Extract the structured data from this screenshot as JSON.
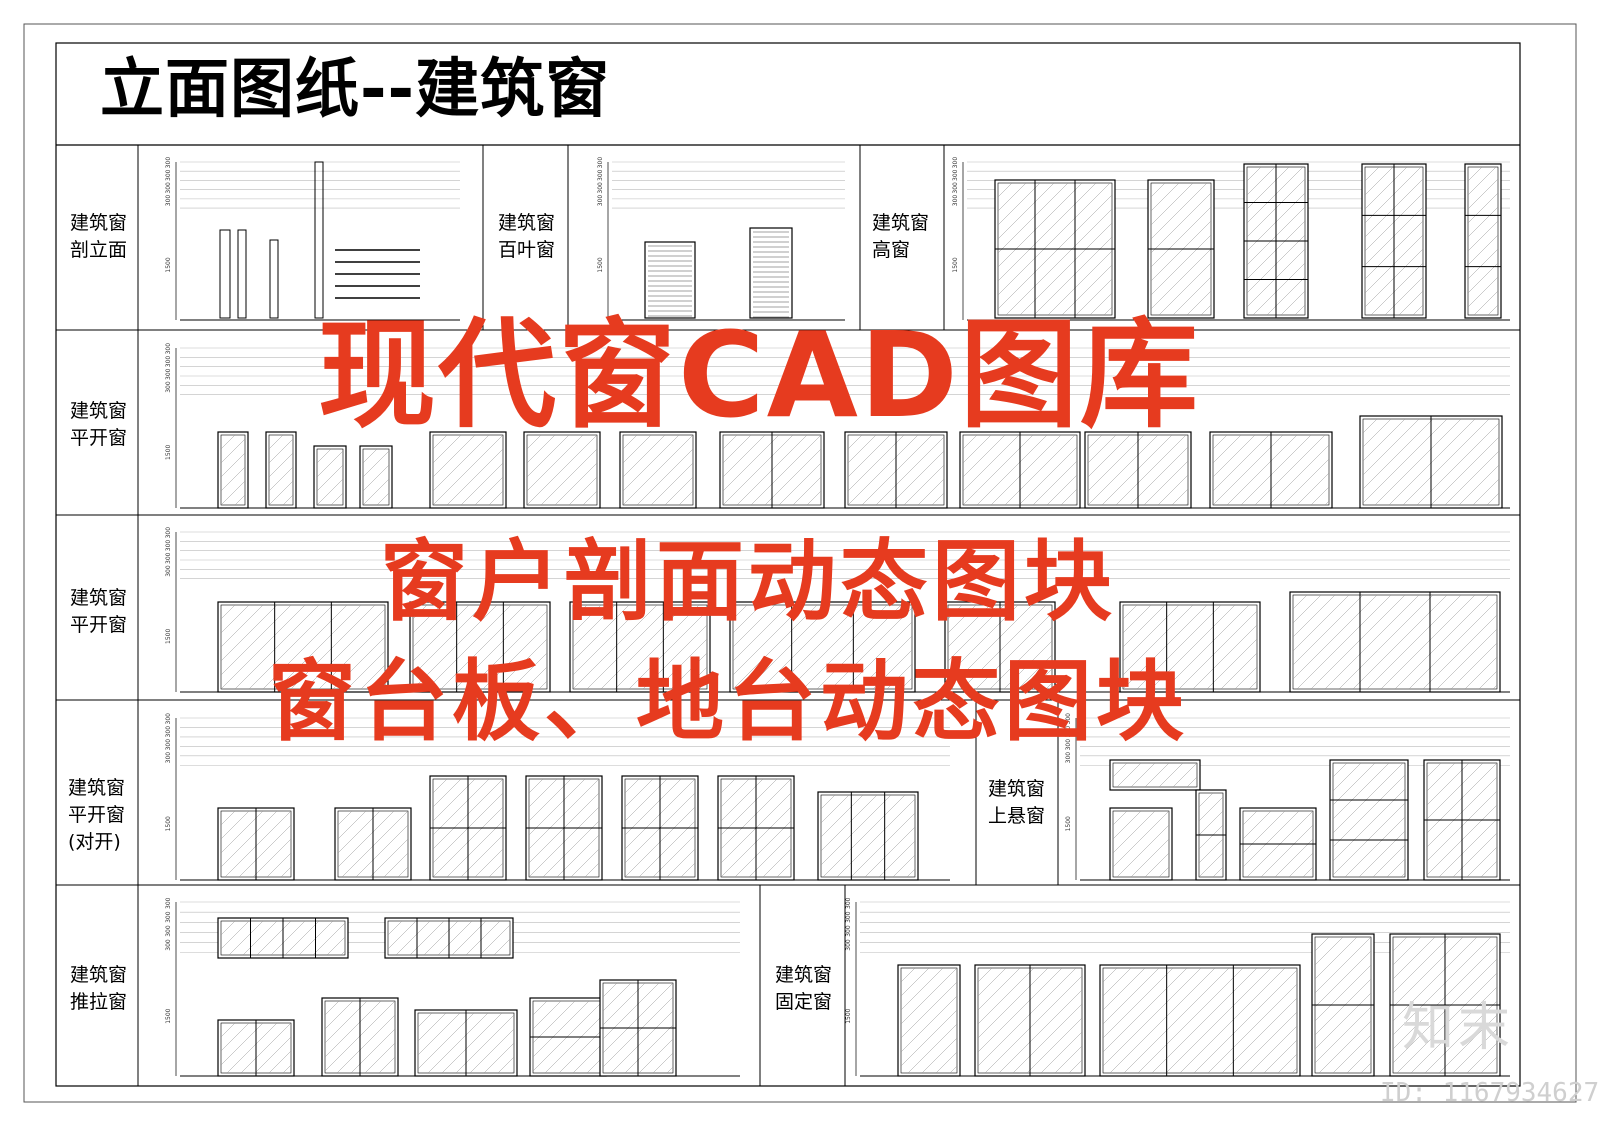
{
  "sheet": {
    "title": "立面图纸--建筑窗",
    "sections": [
      {
        "id": "section-pouli",
        "label_lines": [
          "建筑窗",
          "剖立面"
        ]
      },
      {
        "id": "section-baiye",
        "label_lines": [
          "建筑窗",
          "百叶窗"
        ]
      },
      {
        "id": "section-gao",
        "label_lines": [
          "建筑窗",
          "高窗"
        ]
      },
      {
        "id": "section-pingkai-1",
        "label_lines": [
          "建筑窗",
          "平开窗"
        ]
      },
      {
        "id": "section-pingkai-2",
        "label_lines": [
          "建筑窗",
          "平开窗"
        ]
      },
      {
        "id": "section-pingkai-duikai",
        "label_lines": [
          "建筑窗",
          "平开窗",
          "(对开)"
        ]
      },
      {
        "id": "section-shangxuan",
        "label_lines": [
          "建筑窗",
          "上悬窗"
        ]
      },
      {
        "id": "section-tuila",
        "label_lines": [
          "建筑窗",
          "推拉窗"
        ]
      },
      {
        "id": "section-guding",
        "label_lines": [
          "建筑窗",
          "固定窗"
        ]
      }
    ]
  },
  "overlay": {
    "line1": "现代窗CAD图库",
    "line2": "窗户剖面动态图块",
    "line3": "窗台板、地台动态图块",
    "color": "#e63b1f"
  },
  "brand": {
    "mark": "知末",
    "image_id": "ID: 1167934627"
  },
  "drawing": {
    "dimension_labels": [
      "300",
      "300",
      "300",
      "300",
      "1500"
    ]
  }
}
